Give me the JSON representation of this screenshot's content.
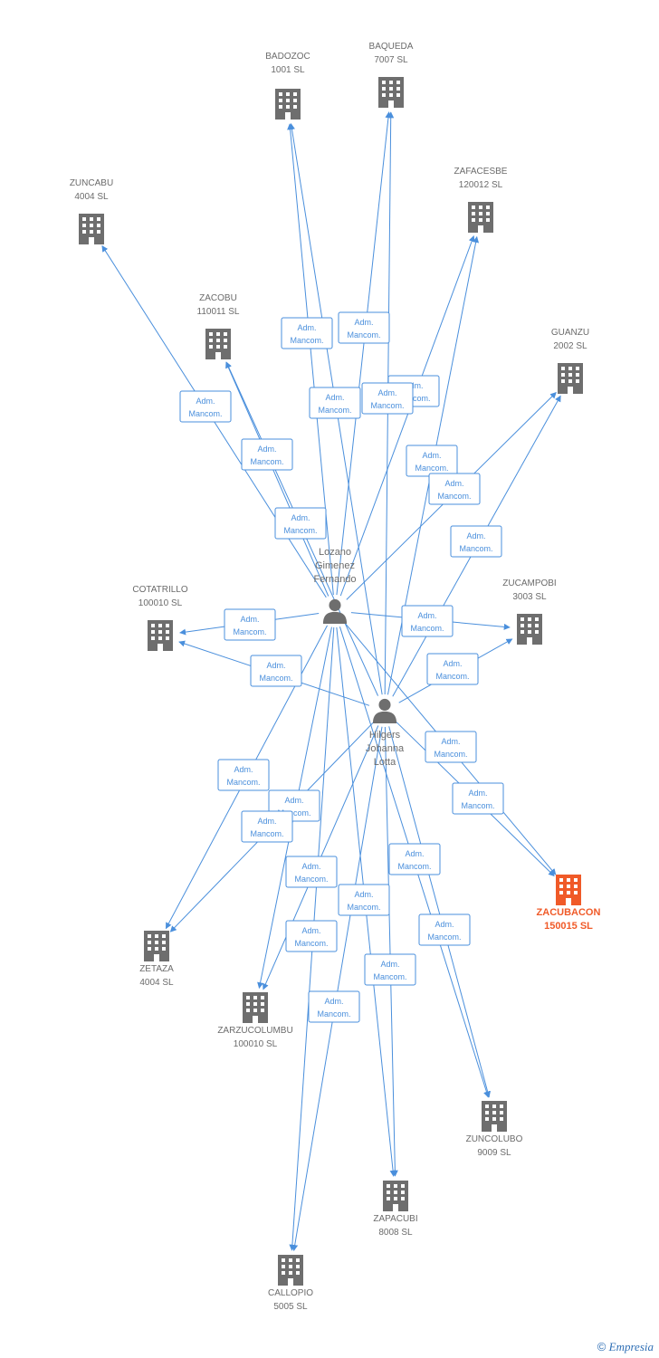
{
  "colors": {
    "edge": "#4a8fdc",
    "building": "#6e6e6e",
    "highlight": "#f05a28",
    "person": "#6e6e6e"
  },
  "persons": [
    {
      "id": "lozano",
      "lines": [
        "Lozano",
        "Gimenez",
        "Fernando"
      ],
      "icon": "person-icon"
    },
    {
      "id": "hilgers",
      "lines": [
        "Hilgers",
        "Johanna",
        "Lotta"
      ],
      "icon": "person-icon"
    }
  ],
  "companies": [
    {
      "id": "badozoc",
      "lines": [
        "BADOZOC",
        "1001 SL"
      ],
      "icon": "building-icon"
    },
    {
      "id": "baqueda",
      "lines": [
        "BAQUEDA",
        "7007 SL"
      ],
      "icon": "building-icon"
    },
    {
      "id": "zuncabu",
      "lines": [
        "ZUNCABU",
        "4004 SL"
      ],
      "icon": "building-icon"
    },
    {
      "id": "zafacesbe",
      "lines": [
        "ZAFACESBE",
        "120012 SL"
      ],
      "icon": "building-icon"
    },
    {
      "id": "zacobu",
      "lines": [
        "ZACOBU",
        "110011 SL"
      ],
      "icon": "building-icon"
    },
    {
      "id": "guanzu",
      "lines": [
        "GUANZU",
        "2002 SL"
      ],
      "icon": "building-icon"
    },
    {
      "id": "cotatrillo",
      "lines": [
        "COTATRILLO",
        "100010 SL"
      ],
      "icon": "building-icon"
    },
    {
      "id": "zucampobi",
      "lines": [
        "ZUCAMPOBI",
        "3003 SL"
      ],
      "icon": "building-icon"
    },
    {
      "id": "zacubacon",
      "lines": [
        "ZACUBACON",
        "150015 SL"
      ],
      "icon": "building-icon",
      "highlight": true
    },
    {
      "id": "zetaza",
      "lines": [
        "ZETAZA",
        "4004 SL"
      ],
      "icon": "building-icon"
    },
    {
      "id": "zarzucolumbu",
      "lines": [
        "ZARZUCOLUMBU",
        "100010 SL"
      ],
      "icon": "building-icon"
    },
    {
      "id": "zuncolubo",
      "lines": [
        "ZUNCOLUBO",
        "9009 SL"
      ],
      "icon": "building-icon"
    },
    {
      "id": "zapacubi",
      "lines": [
        "ZAPACUBI",
        "8008 SL"
      ],
      "icon": "building-icon"
    },
    {
      "id": "callopio",
      "lines": [
        "CALLOPIO",
        "5005 SL"
      ],
      "icon": "building-icon"
    }
  ],
  "edge_label": [
    "Adm.",
    "Mancom."
  ],
  "edges": [
    {
      "from": "lozano",
      "to": "badozoc"
    },
    {
      "from": "lozano",
      "to": "baqueda"
    },
    {
      "from": "lozano",
      "to": "zuncabu"
    },
    {
      "from": "lozano",
      "to": "zafacesbe"
    },
    {
      "from": "lozano",
      "to": "zacobu"
    },
    {
      "from": "lozano",
      "to": "guanzu"
    },
    {
      "from": "lozano",
      "to": "cotatrillo"
    },
    {
      "from": "lozano",
      "to": "zucampobi"
    },
    {
      "from": "lozano",
      "to": "zacubacon"
    },
    {
      "from": "lozano",
      "to": "zetaza"
    },
    {
      "from": "lozano",
      "to": "zarzucolumbu"
    },
    {
      "from": "lozano",
      "to": "zuncolubo"
    },
    {
      "from": "lozano",
      "to": "zapacubi"
    },
    {
      "from": "lozano",
      "to": "callopio"
    },
    {
      "from": "hilgers",
      "to": "badozoc"
    },
    {
      "from": "hilgers",
      "to": "baqueda"
    },
    {
      "from": "hilgers",
      "to": "zafacesbe"
    },
    {
      "from": "hilgers",
      "to": "zacobu"
    },
    {
      "from": "hilgers",
      "to": "guanzu"
    },
    {
      "from": "hilgers",
      "to": "cotatrillo"
    },
    {
      "from": "hilgers",
      "to": "zucampobi"
    },
    {
      "from": "hilgers",
      "to": "zacubacon"
    },
    {
      "from": "hilgers",
      "to": "zetaza"
    },
    {
      "from": "hilgers",
      "to": "zarzucolumbu"
    },
    {
      "from": "hilgers",
      "to": "zuncolubo"
    },
    {
      "from": "hilgers",
      "to": "zapacubi"
    },
    {
      "from": "hilgers",
      "to": "callopio"
    }
  ],
  "footer": {
    "copyright_symbol": "©",
    "brand": "Empresia"
  }
}
